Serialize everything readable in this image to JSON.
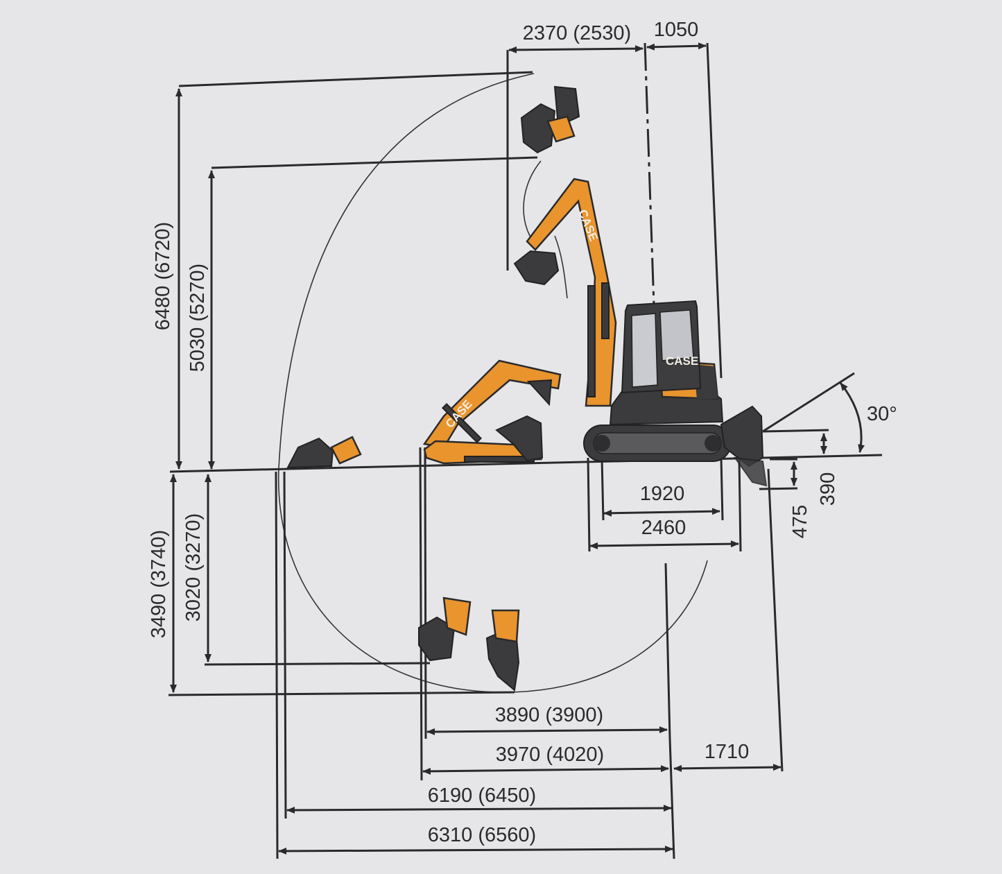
{
  "colors": {
    "background": "#e6e6e8",
    "line": "#2a2a2c",
    "machine_orange": "#e9942d",
    "machine_dark": "#3b3b3d"
  },
  "brand": {
    "logo_text": "CASE"
  },
  "dimensions": {
    "top_reach_offset": "2370 (2530)",
    "tail_to_cab": "1050",
    "max_dig_height": "6480 (6720)",
    "max_dump_height": "5030 (5270)",
    "max_dig_depth": "3490 (3740)",
    "max_vertical_wall_depth": "3020 (3270)",
    "blade_angle": "30°",
    "track_length_inner": "1920",
    "track_length_overall": "2460",
    "blade_lift": "390",
    "blade_drop": "475",
    "reach_depth_a": "3890 (3900)",
    "reach_depth_b": "3970 (4020)",
    "tail_swing": "1710",
    "reach_ground": "6190 (6450)",
    "max_reach": "6310 (6560)"
  }
}
